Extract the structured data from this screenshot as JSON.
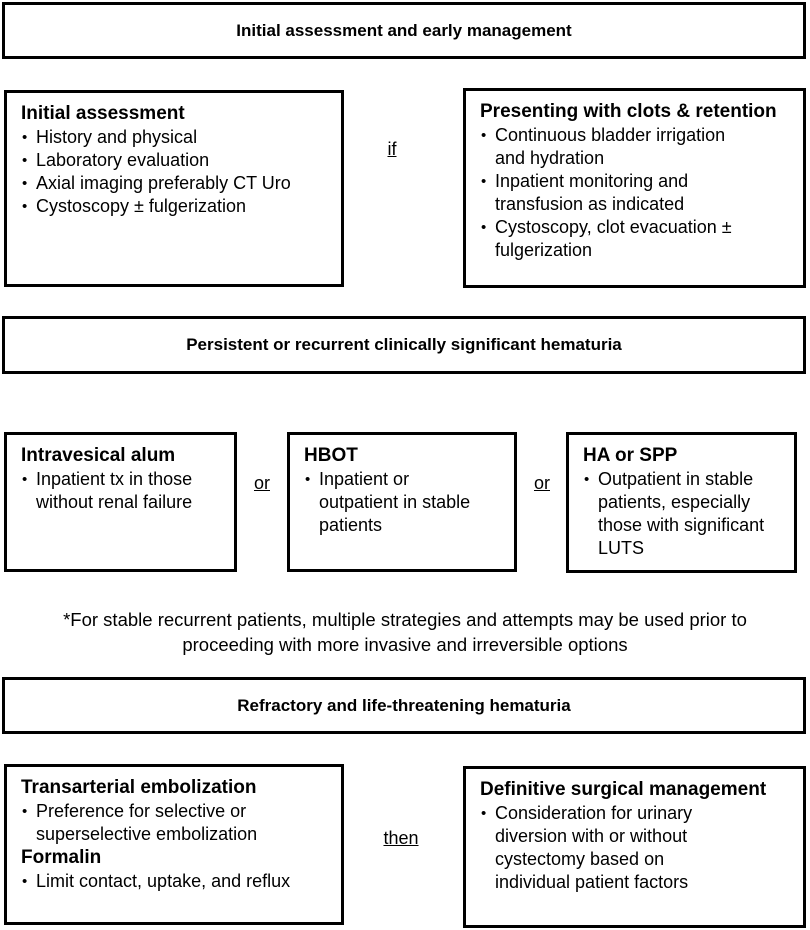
{
  "colors": {
    "border": "#000000",
    "background": "#ffffff",
    "text": "#000000"
  },
  "flow": {
    "initial": {
      "banner": "Initial assessment and early management",
      "connector": "if",
      "left_box": {
        "title": "Initial assessment",
        "bullets": [
          "History and physical",
          "Laboratory evaluation",
          "Axial imaging preferably CT Uro",
          "Cystoscopy ± fulgerization"
        ]
      },
      "right_box": {
        "title": "Presenting with clots & retention",
        "bullets": [
          "Continuous bladder irrigation\nand hydration",
          "Inpatient monitoring and\ntransfusion as indicated",
          "Cystoscopy, clot evacuation ±\nfulgerization"
        ]
      }
    },
    "persistent": {
      "banner": "Persistent or recurrent clinically significant hematuria",
      "connector_1": "or",
      "connector_2": "or",
      "box_alum": {
        "title": "Intravesical alum",
        "bullets": [
          "Inpatient tx in those\nwithout renal failure"
        ]
      },
      "box_hbot": {
        "title": "HBOT",
        "bullets": [
          "Inpatient or\noutpatient in stable\npatients"
        ]
      },
      "box_ha_spp": {
        "title": "HA or SPP",
        "bullets": [
          "Outpatient in stable\npatients, especially\nthose with significant\nLUTS"
        ]
      },
      "footnote": "*For stable recurrent patients, multiple strategies and attempts may be used prior to\nproceeding with more invasive and irreversible options"
    },
    "refractory": {
      "banner": "Refractory and life-threatening hematuria",
      "connector": "then",
      "left_box": {
        "title_1": "Transarterial embolization",
        "bullets_1": [
          "Preference for selective or\nsuperselective embolization"
        ],
        "title_2": "Formalin",
        "bullets_2": [
          "Limit contact, uptake, and reflux"
        ]
      },
      "right_box": {
        "title": "Definitive surgical management",
        "bullets": [
          "Consideration for urinary\ndiversion with or without\ncystectomy based on\nindividual patient factors"
        ]
      }
    }
  }
}
